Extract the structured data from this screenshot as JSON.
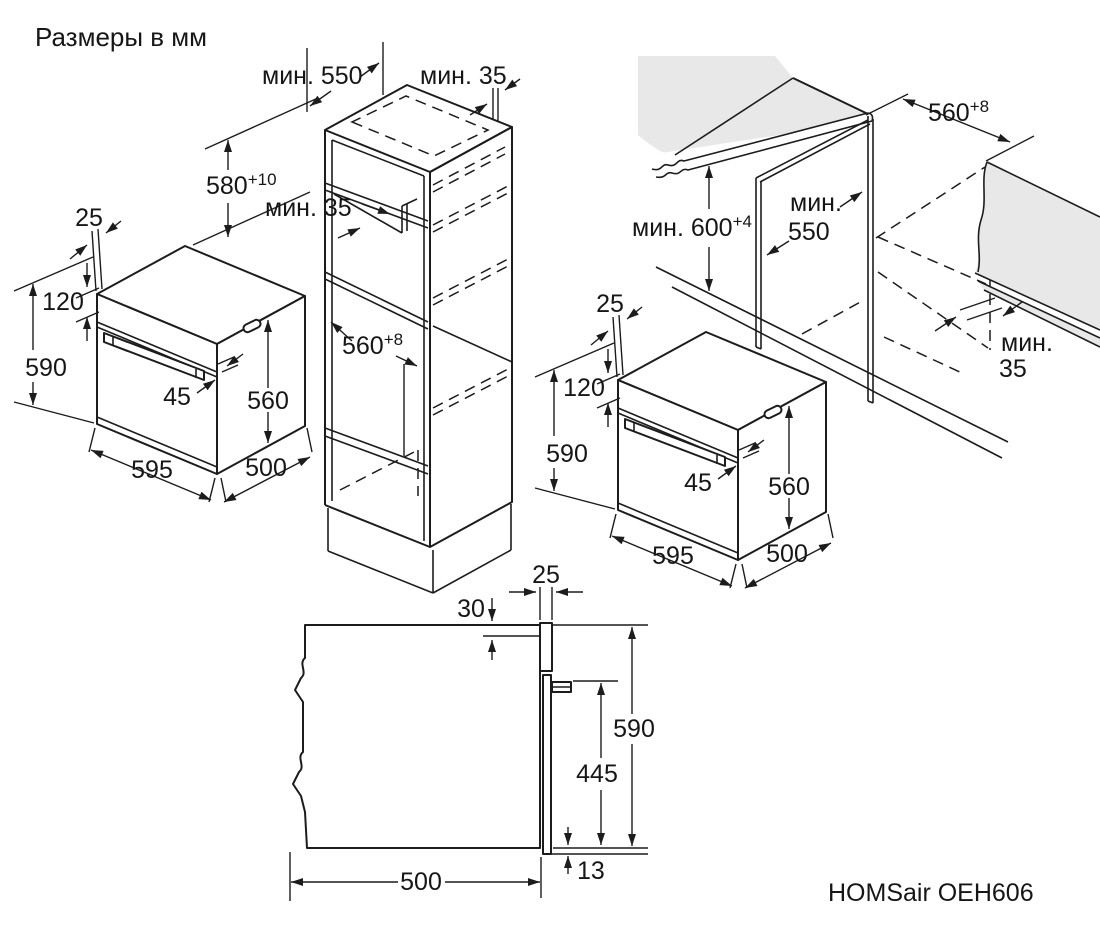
{
  "title": "Размеры в мм",
  "model": "HOMSair OEH606",
  "colors": {
    "line": "#1c1c1c",
    "surface": "#e8e8e8"
  },
  "diagram_column": {
    "min_depth": "мин. 550",
    "min_gap_top": "мин. 35",
    "niche_height": "580",
    "niche_height_tol": "+10",
    "min_gap_shelf": "мин. 35",
    "niche_width": "560",
    "niche_width_tol": "+8",
    "oven": {
      "front_gap": "25",
      "panel_height": "120",
      "height": "590",
      "handle_depth": "45",
      "body_depth": "560",
      "width": "595",
      "depth": "500"
    }
  },
  "diagram_base": {
    "niche_width": "560",
    "niche_width_tol": "+8",
    "min_height": "мин. 600",
    "min_height_tol": "+4",
    "min_depth_label": "мин.",
    "min_depth_value": "550",
    "rear_gap_label": "мин.",
    "rear_gap_value": "35",
    "oven": {
      "front_gap": "25",
      "panel_height": "120",
      "height": "590",
      "handle_depth": "45",
      "body_depth": "560",
      "width": "595",
      "depth": "500"
    }
  },
  "diagram_side": {
    "front_frame": "25",
    "top_offset": "30",
    "height": "590",
    "handle_to_bottom": "445",
    "door_overhang": "13",
    "depth": "500"
  }
}
